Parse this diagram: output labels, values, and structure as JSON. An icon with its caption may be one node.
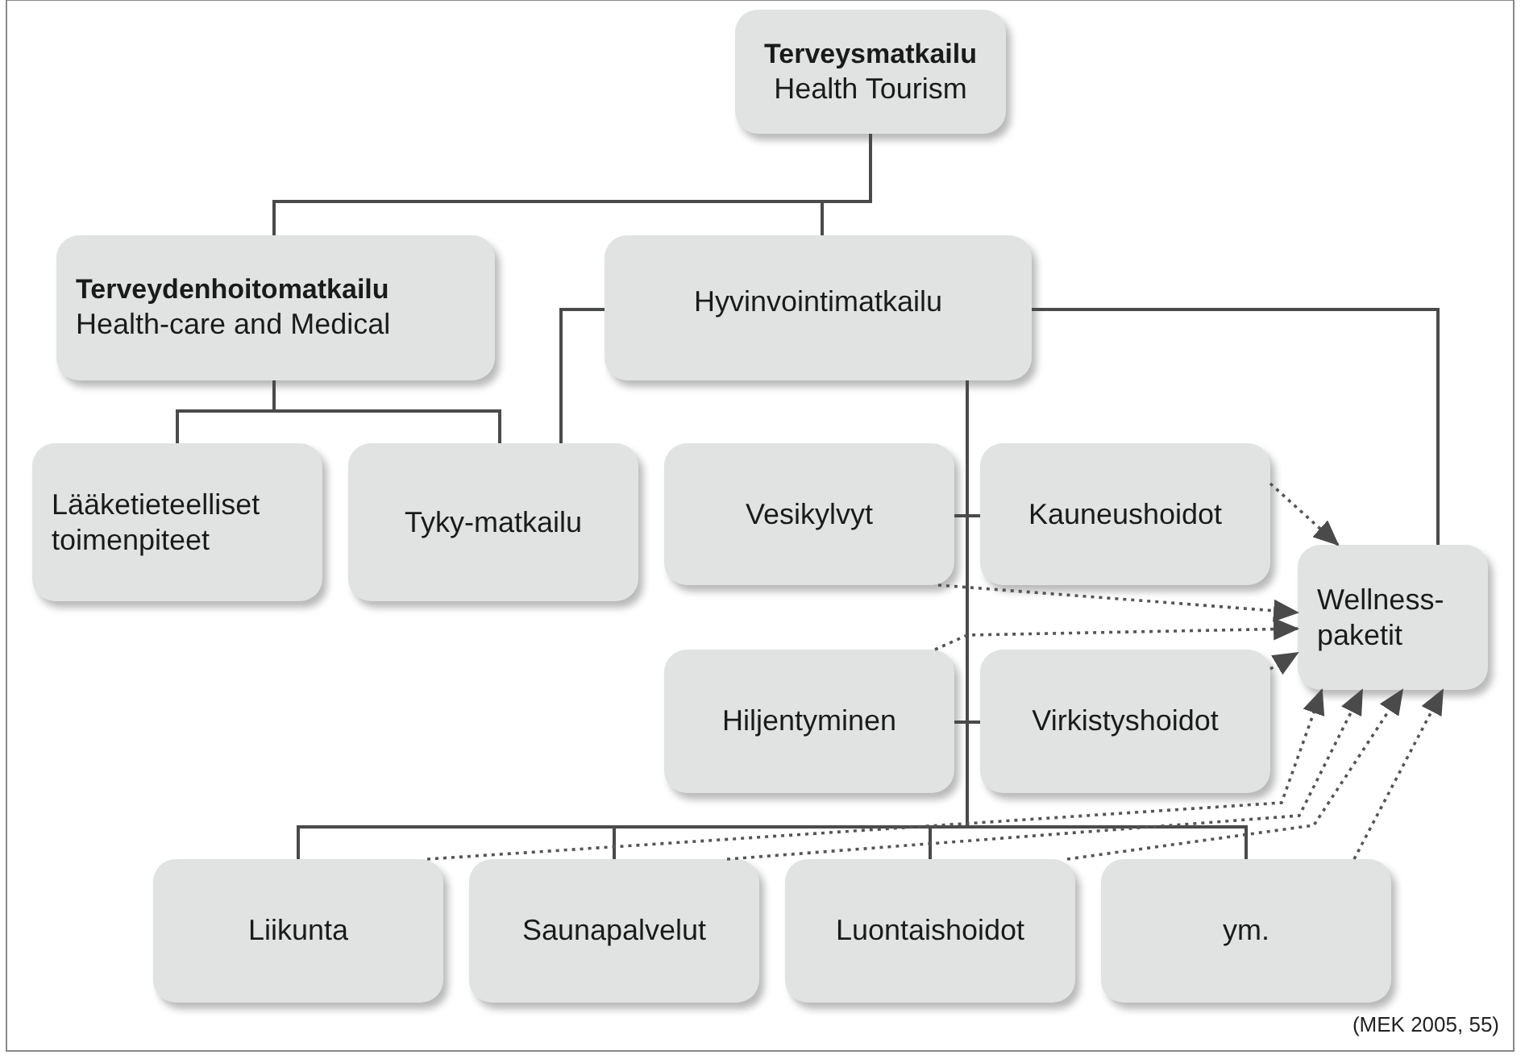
{
  "diagram": {
    "nodes": [
      {
        "text": [
          "Terveysmatkailu",
          "Health Tourism"
        ]
      },
      {
        "text": [
          "Terveydenhoitomatkailu",
          "Health-care and Medical"
        ]
      },
      {
        "text": [
          "Hyvinvointimatkailu"
        ]
      },
      {
        "text": [
          "Lääketieteelliset toimenpiteet"
        ]
      },
      {
        "text": [
          "Tyky-matkailu"
        ]
      },
      {
        "text": [
          "Vesikylvyt"
        ]
      },
      {
        "text": [
          "Kauneushoidot"
        ]
      },
      {
        "text": [
          "Wellness-paketit"
        ]
      },
      {
        "text": [
          "Hiljentyminen"
        ]
      },
      {
        "text": [
          "Virkistyshoidot"
        ]
      },
      {
        "text": [
          "Liikunta"
        ]
      },
      {
        "text": [
          "Saunapalvelut"
        ]
      },
      {
        "text": [
          "Luontaishoidot"
        ]
      },
      {
        "text": [
          "ym."
        ]
      }
    ],
    "edges": [
      {
        "from": 0,
        "to": 1,
        "arrow": "none"
      },
      {
        "from": 0,
        "to": 2,
        "arrow": "none"
      },
      {
        "from": 1,
        "to": 3,
        "arrow": "none"
      },
      {
        "from": 1,
        "to": 4,
        "arrow": "none"
      },
      {
        "from": 2,
        "to": 4,
        "arrow": "none"
      },
      {
        "from": 2,
        "to": 7,
        "arrow": "none"
      },
      {
        "from": 2,
        "to": 5,
        "arrow": "none"
      },
      {
        "from": 2,
        "to": 6,
        "arrow": "none"
      },
      {
        "from": 2,
        "to": 8,
        "arrow": "none"
      },
      {
        "from": 2,
        "to": 9,
        "arrow": "none"
      },
      {
        "from": 2,
        "to": 10,
        "arrow": "none"
      },
      {
        "from": 2,
        "to": 11,
        "arrow": "none"
      },
      {
        "from": 2,
        "to": 12,
        "arrow": "none"
      },
      {
        "from": 2,
        "to": 13,
        "arrow": "none"
      },
      {
        "from": 6,
        "to": 7,
        "arrow": "to",
        "style": "dashed"
      },
      {
        "from": 5,
        "to": 7,
        "arrow": "to",
        "style": "dashed"
      },
      {
        "from": 8,
        "to": 7,
        "arrow": "to",
        "style": "dashed"
      },
      {
        "from": 9,
        "to": 7,
        "arrow": "to",
        "style": "dashed"
      },
      {
        "from": 10,
        "to": 7,
        "arrow": "to",
        "style": "dashed"
      },
      {
        "from": 11,
        "to": 7,
        "arrow": "to",
        "style": "dashed"
      },
      {
        "from": 12,
        "to": 7,
        "arrow": "to",
        "style": "dashed"
      },
      {
        "from": 13,
        "to": 7,
        "arrow": "to",
        "style": "dashed"
      }
    ],
    "labels": [
      "(MEK 2005, 55)"
    ]
  }
}
